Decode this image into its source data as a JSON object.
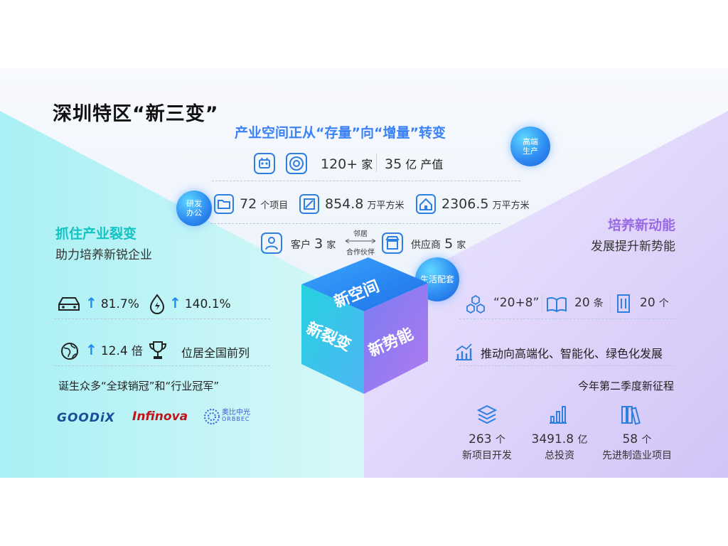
{
  "title": "深圳特区“新三变”",
  "top": {
    "heading": "产业空间正从“存量”向“增量”转变",
    "row1": {
      "a_num": "120+",
      "a_unit": "家",
      "b_num": "35",
      "b_unit": "亿 产值"
    },
    "bubble_high": "高端\n生产",
    "row2": {
      "bubble": "研发\n办公",
      "p_num": "72",
      "p_unit": "个项目",
      "s_num": "854.8",
      "s_unit": "万平方米",
      "t_num": "2306.5",
      "t_unit": "万平方米"
    },
    "row3": {
      "client_label": "客户",
      "client_num": "3",
      "client_unit": "家",
      "link_top": "邻居",
      "link_bottom": "合作伙伴",
      "supplier_label": "供应商",
      "supplier_num": "5",
      "supplier_unit": "家",
      "bubble": "生活配套"
    }
  },
  "cube": {
    "top": "新空间",
    "left": "新裂变",
    "right": "新势能"
  },
  "left": {
    "heading": "抓住产业裂变",
    "subheading": "助力培养新锐企业",
    "stat1": "81.7%",
    "stat2": "140.1%",
    "stat3_num": "12.4",
    "stat3_unit": "倍",
    "stat4": "位居全国前列",
    "champions": "诞生众多“全球销冠”和“行业冠军”",
    "logos": {
      "goodix": "GOODiX",
      "infinova": "Infinova",
      "orbbec_cn": "奥比中光",
      "orbbec_en": "ORBBEC"
    }
  },
  "right": {
    "heading": "培养新动能",
    "subheading": "发展提升新势能",
    "policy": "“20+8”",
    "rules_num": "20",
    "rules_unit": "条",
    "bases_num": "20",
    "bases_unit": "个",
    "trend": "推动向高端化、智能化、绿色化发展",
    "season": "今年第二季度新征程",
    "stats": [
      {
        "num": "263",
        "unit": "个",
        "label": "新项目开发"
      },
      {
        "num": "3491.8",
        "unit": "亿",
        "label": "总投资"
      },
      {
        "num": "58",
        "unit": "个",
        "label": "先进制造业项目"
      }
    ]
  },
  "colors": {
    "blue": "#3b82f6",
    "teal": "#14c3c3",
    "purple": "#9a6ae6",
    "icon": "#2f7fe0"
  }
}
